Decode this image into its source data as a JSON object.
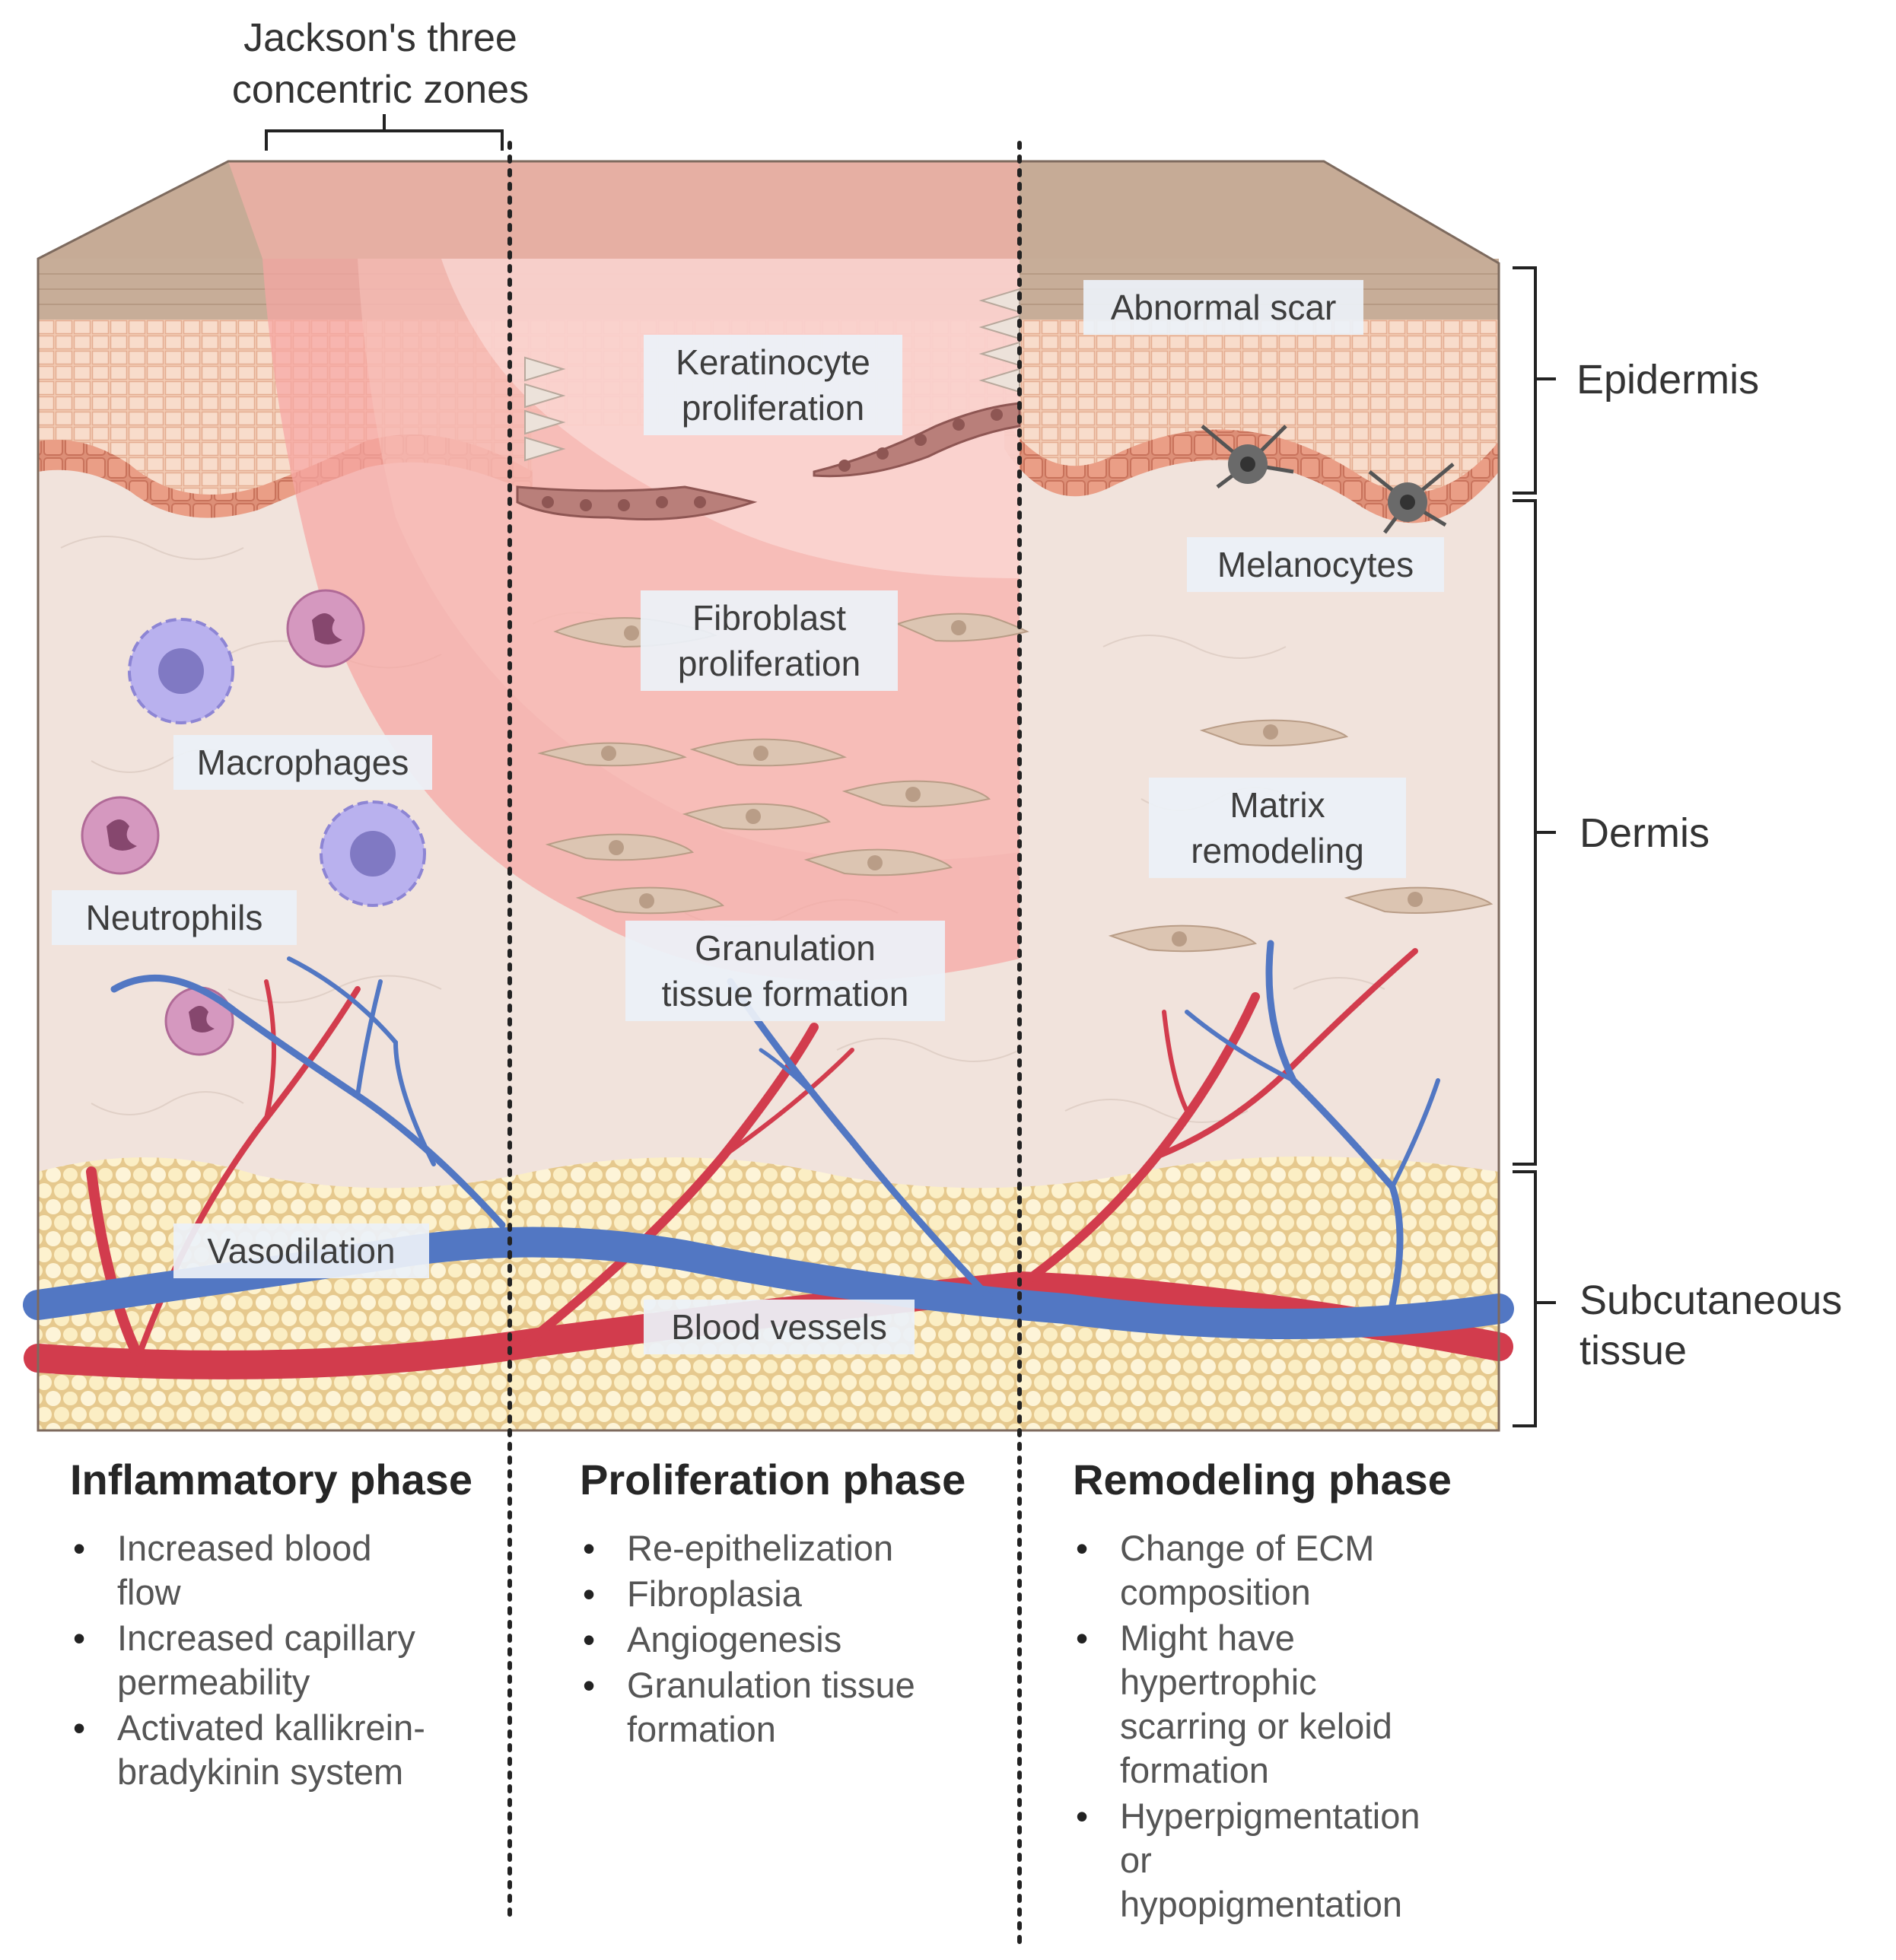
{
  "header": {
    "jackson_label": "Jackson's three\nconcentric zones"
  },
  "layers": {
    "epidermis": "Epidermis",
    "dermis": "Dermis",
    "subcutaneous": "Subcutaneous\ntissue"
  },
  "labels": {
    "abnormal_scar": "Abnormal scar",
    "keratinocyte": "Keratinocyte\nproliferation",
    "melanocytes": "Melanocytes",
    "fibroblast": "Fibroblast\nproliferation",
    "macrophages": "Macrophages",
    "matrix": "Matrix\nremodeling",
    "neutrophils": "Neutrophils",
    "granulation": "Granulation\ntissue formation",
    "vasodilation": "Vasodilation",
    "blood_vessels": "Blood vessels"
  },
  "phases": [
    {
      "title": "Inflammatory phase",
      "items": [
        "Increased blood\nflow",
        "Increased capillary\npermeability",
        "Activated kallikrein-\nbradykinin system"
      ]
    },
    {
      "title": "Proliferation phase",
      "items": [
        "Re-epithelization",
        "Fibroplasia",
        "Angiogenesis",
        "Granulation tissue\nformation"
      ]
    },
    {
      "title": "Remodeling phase",
      "items": [
        "Change of ECM\ncomposition",
        "Might have\nhypertrophic\nscarring or keloid\nformation",
        "Hyperpigmentation\nor\nhypopigmentation"
      ]
    }
  ],
  "colors": {
    "artery": "#d23c4d",
    "vein": "#5277c3",
    "wound": "#f5a2a2",
    "fat": "#fbeec6",
    "dermis": "#f1e3dc",
    "epidermis": "#e8b7a2"
  }
}
